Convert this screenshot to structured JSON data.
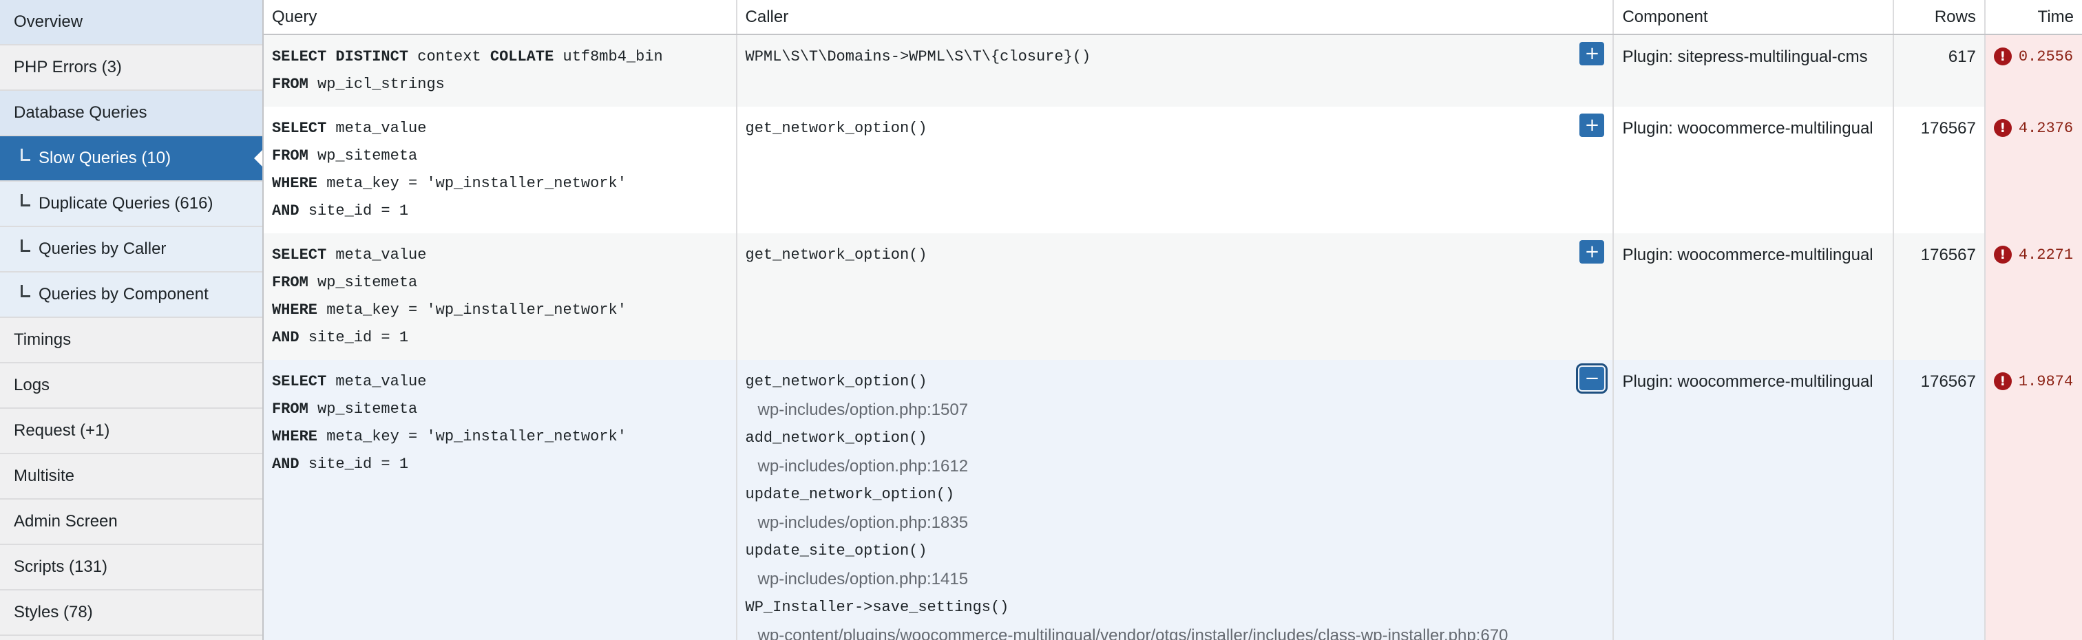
{
  "sidebar": {
    "items": [
      {
        "label": "Overview"
      },
      {
        "label": "PHP Errors (3)"
      },
      {
        "label": "Database Queries"
      },
      {
        "label": "Slow Queries (10)"
      },
      {
        "label": "Duplicate Queries (616)"
      },
      {
        "label": "Queries by Caller"
      },
      {
        "label": "Queries by Component"
      },
      {
        "label": "Timings"
      },
      {
        "label": "Logs"
      },
      {
        "label": "Request (+1)"
      },
      {
        "label": "Multisite"
      },
      {
        "label": "Admin Screen"
      },
      {
        "label": "Scripts (131)"
      },
      {
        "label": "Styles (78)"
      }
    ]
  },
  "table": {
    "headers": {
      "query": "Query",
      "caller": "Caller",
      "component": "Component",
      "rows": "Rows",
      "time": "Time"
    },
    "toggle_expand": "+",
    "toggle_collapse": "−",
    "warn_symbol": "!",
    "sql": {
      "select": "SELECT",
      "distinct": "DISTINCT",
      "collate": "COLLATE",
      "from": "FROM",
      "where": "WHERE",
      "and": "AND",
      "q1_cols": "context",
      "q1_collation": "utf8mb4_bin",
      "q1_table": "wp_icl_strings",
      "meta_value": "meta_value",
      "sitemeta": "wp_sitemeta",
      "where_cond": "meta_key = 'wp_installer_network'",
      "and_cond": "site_id = 1"
    },
    "rows": [
      {
        "caller": "WPML\\S\\T\\Domains->WPML\\S\\T\\{closure}()",
        "component": "Plugin: sitepress-multilingual-cms",
        "rows": "617",
        "time": "0.2556"
      },
      {
        "caller": "get_network_option()",
        "component": "Plugin: woocommerce-multilingual",
        "rows": "176567",
        "time": "4.2376"
      },
      {
        "caller": "get_network_option()",
        "component": "Plugin: woocommerce-multilingual",
        "rows": "176567",
        "time": "4.2271"
      },
      {
        "component": "Plugin: woocommerce-multilingual",
        "rows": "176567",
        "time": "1.9874",
        "trace": [
          {
            "fn": "get_network_option()",
            "file": "wp-includes/option.php:1507"
          },
          {
            "fn": "add_network_option()",
            "file": "wp-includes/option.php:1612"
          },
          {
            "fn": "update_network_option()",
            "file": "wp-includes/option.php:1835"
          },
          {
            "fn": "update_site_option()",
            "file": "wp-includes/option.php:1415"
          },
          {
            "fn": "WP_Installer->save_settings()",
            "file": "wp-content/plugins/woocommerce-multilingual/vendor/otgs/installer/includes/class-wp-installer.php:670"
          }
        ]
      }
    ]
  },
  "colors": {
    "accent": "#2c6fae",
    "warning": "#a4161a",
    "time_bg": "#fbe9e9"
  }
}
